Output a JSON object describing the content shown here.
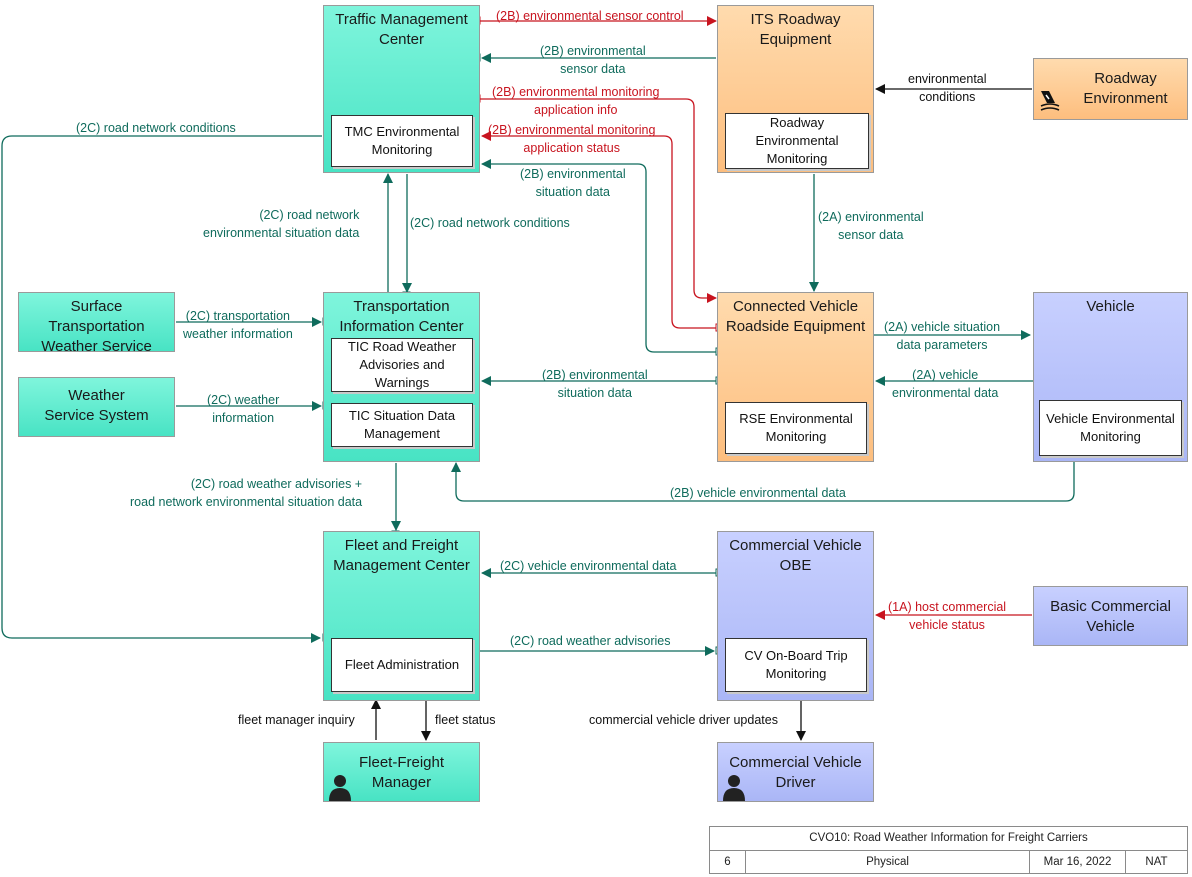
{
  "boxes": {
    "tmc": "Traffic Management Center",
    "its": "ITS Roadway Equipment",
    "roadway": "Roadway Environment",
    "cvrse": "Connected Vehicle Roadside Equipment",
    "vehicle": "Vehicle",
    "tic": "Transportation Information Center",
    "stws": "Surface Transportation Weather Service",
    "wss": "Weather Service System",
    "ffmc": "Fleet and Freight Management Center",
    "cvobe": "Commercial Vehicle OBE",
    "bcv": "Basic Commercial Vehicle",
    "ffm": "Fleet-Freight Manager",
    "cvd": "Commercial Vehicle Driver"
  },
  "subs": {
    "tmc_env": "TMC Environmental Monitoring",
    "rem": "Roadway Environmental Monitoring",
    "tic_adv": "TIC Road Weather Advisories and Warnings",
    "tic_sdm": "TIC Situation Data Management",
    "rse_env": "RSE Environmental Monitoring",
    "veh_env": "Vehicle Environmental Monitoring",
    "fleet_admin": "Fleet Administration",
    "cv_trip": "CV On-Board Trip Monitoring"
  },
  "flows": {
    "f1": "(2B) environmental sensor control",
    "f2a": "(2B) environmental",
    "f2b": "sensor data",
    "f3a": "(2B) environmental monitoring",
    "f3b": "application info",
    "f4a": "(2B) environmental monitoring",
    "f4b": "application status",
    "f5a": "(2B) environmental",
    "f5b": "situation data",
    "f6a": "environmental",
    "f6b": "conditions",
    "f7": "(2C) road network conditions",
    "f8a": "(2C) road network",
    "f8b": "environmental situation data",
    "f9": "(2C) road network conditions",
    "f10a": "(2A) environmental",
    "f10b": "sensor data",
    "f11a": "(2C) transportation",
    "f11b": "weather  information",
    "f12a": "(2C) weather",
    "f12b": "information",
    "f13a": "(2B) environmental",
    "f13b": "situation data",
    "f14a": "(2A) vehicle situation",
    "f14b": "data parameters",
    "f15a": "(2A) vehicle",
    "f15b": "environmental data",
    "f16": "(2B) vehicle environmental data",
    "f17a": "(2C) road weather advisories +",
    "f17b": "road network environmental situation data",
    "f18": "(2C) vehicle environmental data",
    "f19": "(2C) road weather advisories",
    "f20a": "(1A) host commercial",
    "f20b": "vehicle status",
    "f21": "fleet manager inquiry",
    "f22": "fleet status",
    "f23": "commercial vehicle driver updates"
  },
  "legend": {
    "title": "CVO10: Road Weather Information for Freight Carriers",
    "page": "6",
    "view": "Physical",
    "date": "Mar 16, 2022",
    "org": "NAT"
  },
  "colors": {
    "green_flow": "#0f6b5c",
    "red_flow": "#c8141f",
    "black_flow": "#111111",
    "center_fill": "#48e3c4",
    "field_fill": "#fdbe7e",
    "vehicle_fill": "#aab6f6"
  }
}
